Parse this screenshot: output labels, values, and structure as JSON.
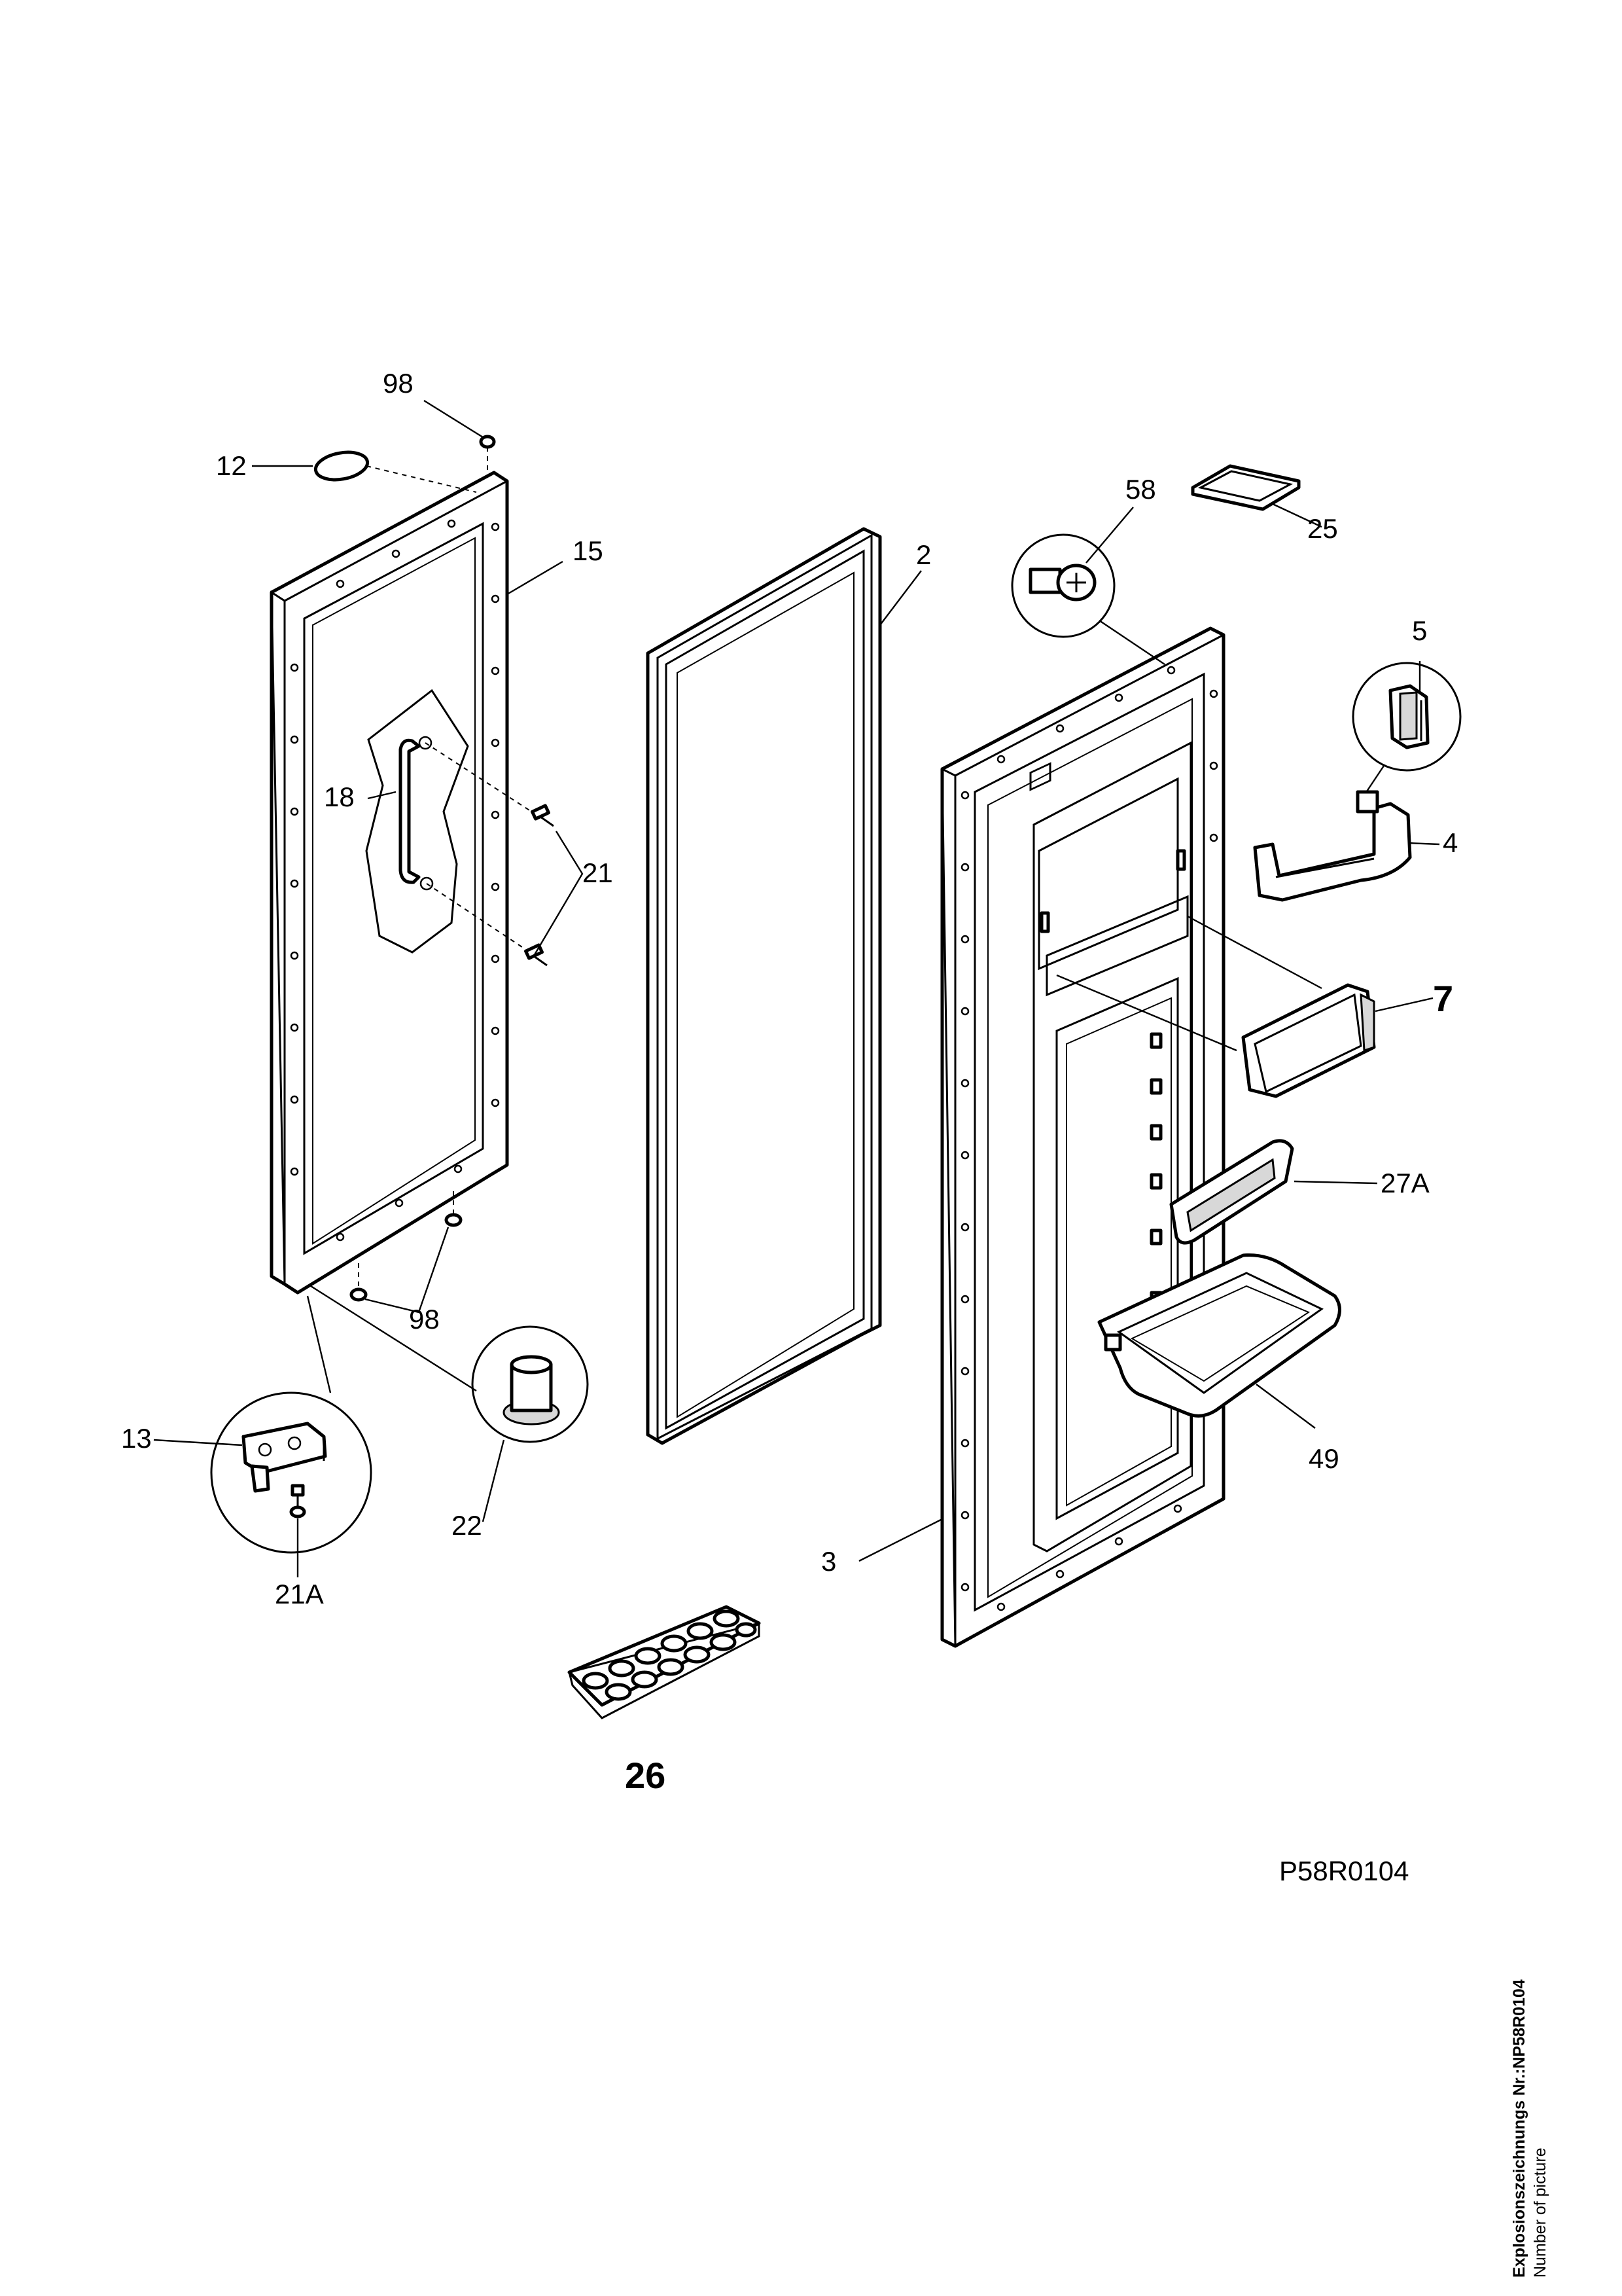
{
  "callouts": {
    "c98_top": "98",
    "c12": "12",
    "c15": "15",
    "c18": "18",
    "c21": "21",
    "c98_bottom": "98",
    "c13": "13",
    "c21a": "21A",
    "c22": "22",
    "c2": "2",
    "c58": "58",
    "c25": "25",
    "c5": "5",
    "c4": "4",
    "c7": "7",
    "c27a": "27A",
    "c49": "49",
    "c3": "3",
    "c26": "26"
  },
  "drawing_code": "P58R0104",
  "side_note": {
    "title": "Explosionszeichnungs Nr.:NP58R0104",
    "subtitle": "Number of picture"
  }
}
